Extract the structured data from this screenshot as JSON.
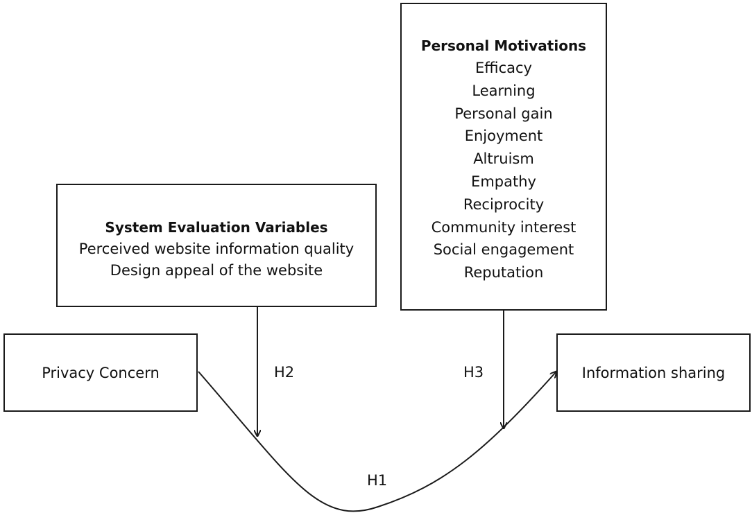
{
  "system_evaluation": {
    "title": "System Evaluation Variables",
    "items": [
      "Perceived website information quality",
      "Design appeal of the website"
    ]
  },
  "personal_motivations": {
    "title": "Personal Motivations",
    "items": [
      "Efficacy",
      "Learning",
      "Personal gain",
      "Enjoyment",
      "Altruism",
      "Empathy",
      "Reciprocity",
      "Community interest",
      "Social engagement",
      "Reputation"
    ]
  },
  "privacy_concern": {
    "label": "Privacy Concern"
  },
  "information_sharing": {
    "label": "Information sharing"
  },
  "hypotheses": {
    "h1": "H1",
    "h2": "H2",
    "h3": "H3"
  }
}
